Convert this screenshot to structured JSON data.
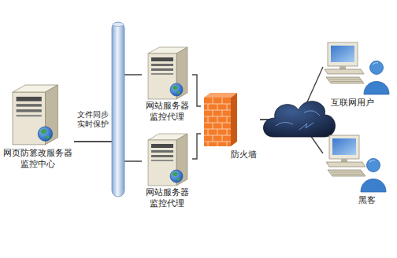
{
  "diagram": {
    "nodes": [
      {
        "text": [
          "网页防篡改服务器 监控中心"
        ]
      },
      {
        "text": [
          "网站服务器 监控代理"
        ]
      },
      {
        "text": [
          "网站服务器 监控代理"
        ]
      },
      {
        "text": [
          "防火墙"
        ]
      },
      {
        "text": [
          "互联网用户"
        ]
      },
      {
        "text": [
          "黑客"
        ]
      }
    ],
    "edges": [
      {
        "from": 0,
        "to": 1,
        "arrow": "none"
      },
      {
        "from": 0,
        "to": 2,
        "arrow": "none"
      },
      {
        "from": 1,
        "to": 3,
        "arrow": "none"
      },
      {
        "from": 2,
        "to": 3,
        "arrow": "none"
      },
      {
        "from": 3,
        "to": 4,
        "arrow": "none"
      },
      {
        "from": 3,
        "to": 5,
        "arrow": "none"
      }
    ],
    "labels": [
      "文件同步 实时保护"
    ]
  }
}
